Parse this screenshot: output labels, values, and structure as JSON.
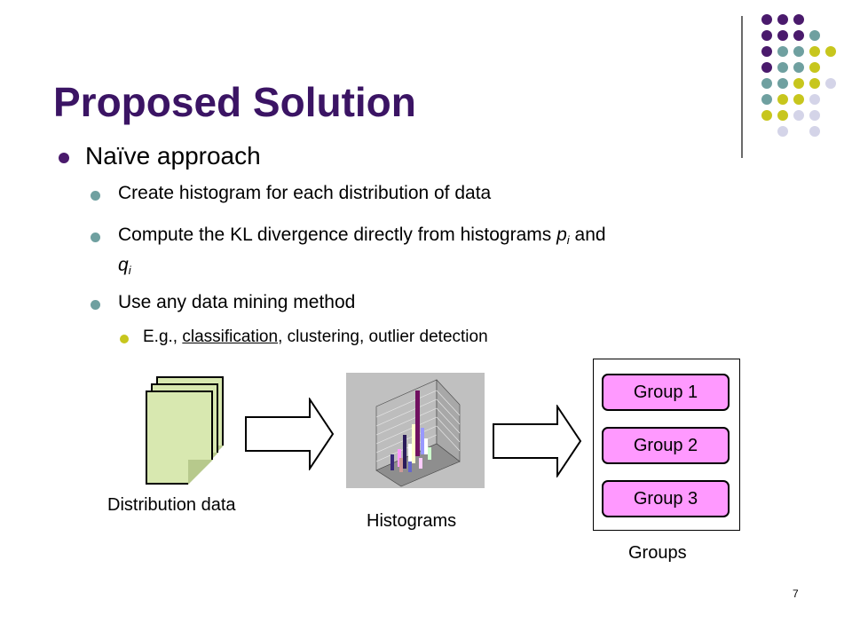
{
  "slide": {
    "title": "Proposed Solution",
    "page_number": "7"
  },
  "content": {
    "level1": "Naïve approach",
    "item1": "Create histogram for each distribution of data",
    "item2_pre": "Compute the KL divergence directly from histograms ",
    "item2_p": "p",
    "item2_sub_i": "i",
    "item2_and": " and",
    "item2_q": "q",
    "item2_sub_i2": "i",
    "item3": "Use any data mining method",
    "sub_pre": "E.g., ",
    "sub_link": "classification",
    "sub_post": ", clustering, outlier detection"
  },
  "diagram": {
    "distribution_label": "Distribution data",
    "histograms_label": "Histograms",
    "groups_label": "Groups",
    "groups": [
      "Group 1",
      "Group 2",
      "Group 3"
    ]
  },
  "colors": {
    "title": "#3b1464",
    "dot_purple": "#4a1a6c",
    "dot_teal": "#6fa0a0",
    "dot_yellow": "#c7c61d",
    "dot_lavender": "#d4d4e8",
    "group_fill": "#ff99ff",
    "doc_fill": "#d8e8b0"
  }
}
